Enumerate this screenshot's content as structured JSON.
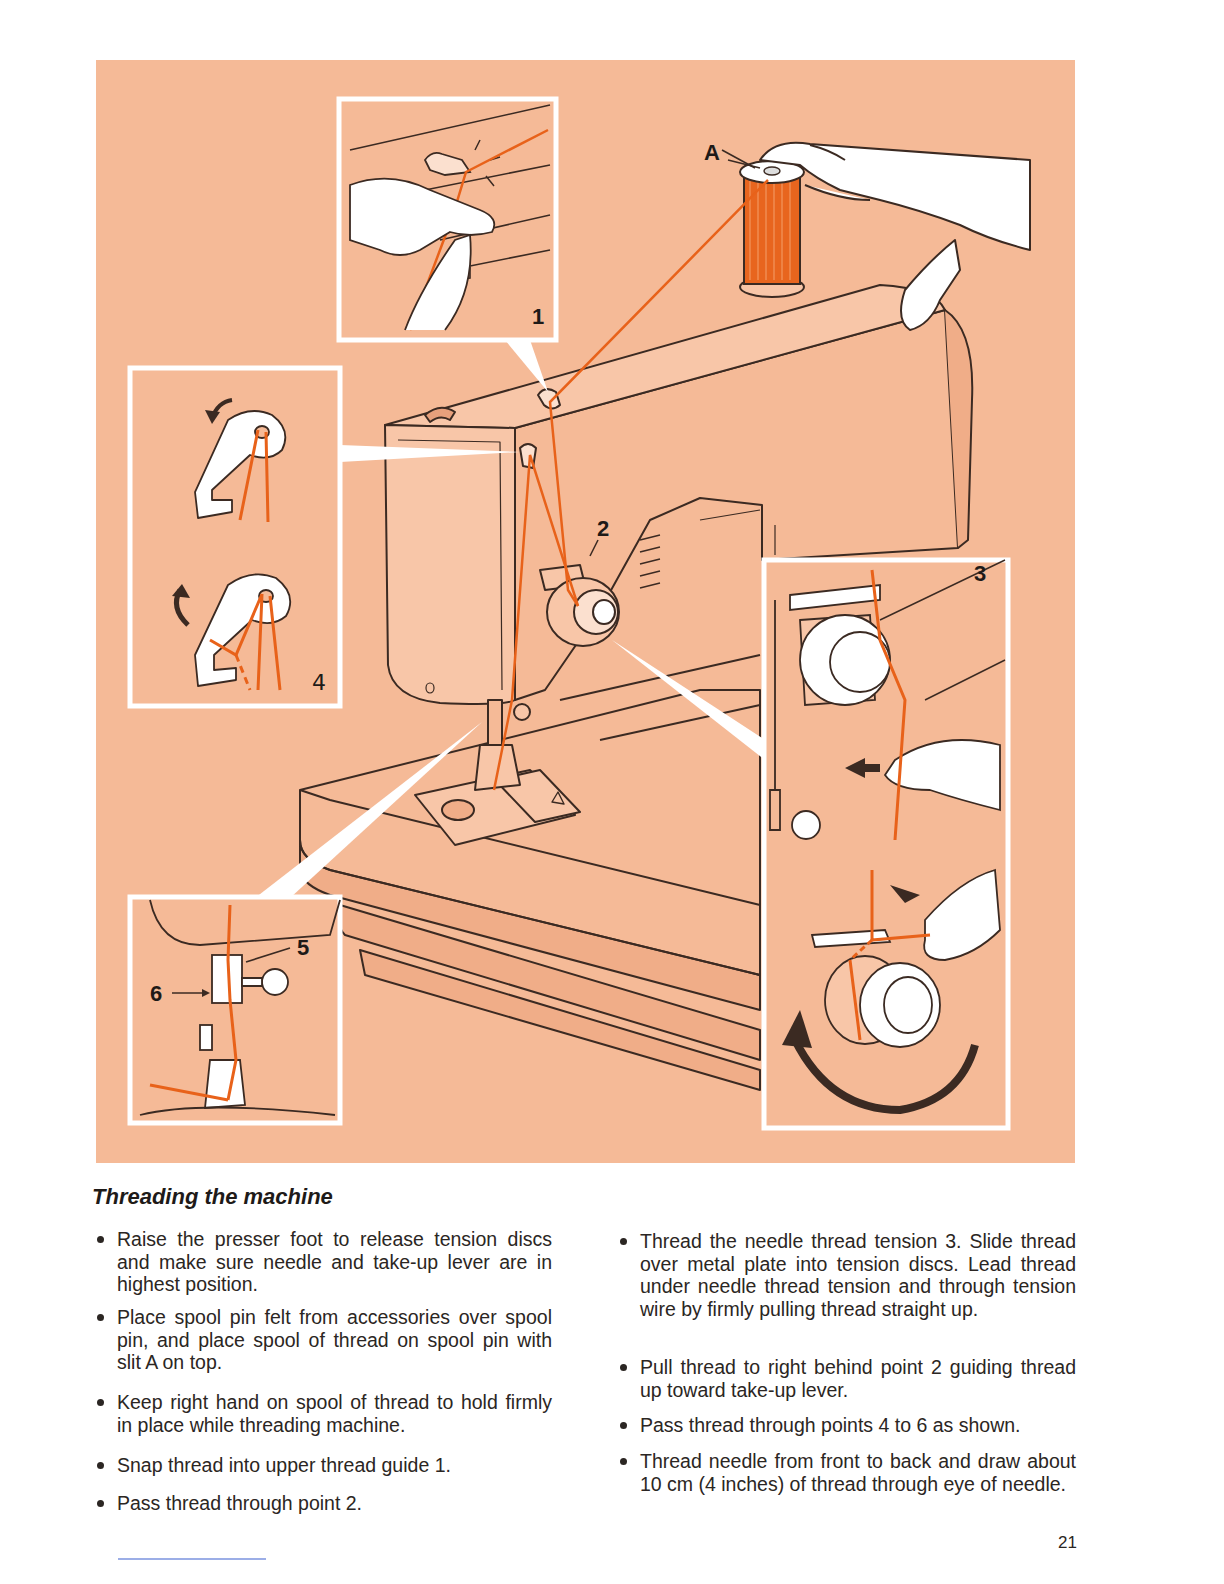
{
  "diagram": {
    "title": "Threading the machine",
    "labels": [
      "A",
      "1",
      "2",
      "3",
      "4",
      "5",
      "6",
      "Raise the presser foot to release tension discs and make sure needle and take-up lever are in highest position.",
      "Place spool pin felt from accessories over spool pin, and place spool of thread on spool pin with slit A on top.",
      "Keep right hand on spool of thread to hold firmly in place while threading machine.",
      "Snap thread into upper thread guide 1.",
      "Pass thread through point 2.",
      "Thread the needle thread tension 3. Slide thread over metal plate into tension discs. Lead thread under needle thread tension and through tension wire by firmly pulling thread straight up.",
      "Pull thread to right behind point 2 guiding thread up toward take-up lever.",
      "Pass thread through points 4 to 6 as shown.",
      "Thread needle from front to back and draw about 10 cm (4 inches) of thread through eye of needle.",
      "21"
    ]
  }
}
